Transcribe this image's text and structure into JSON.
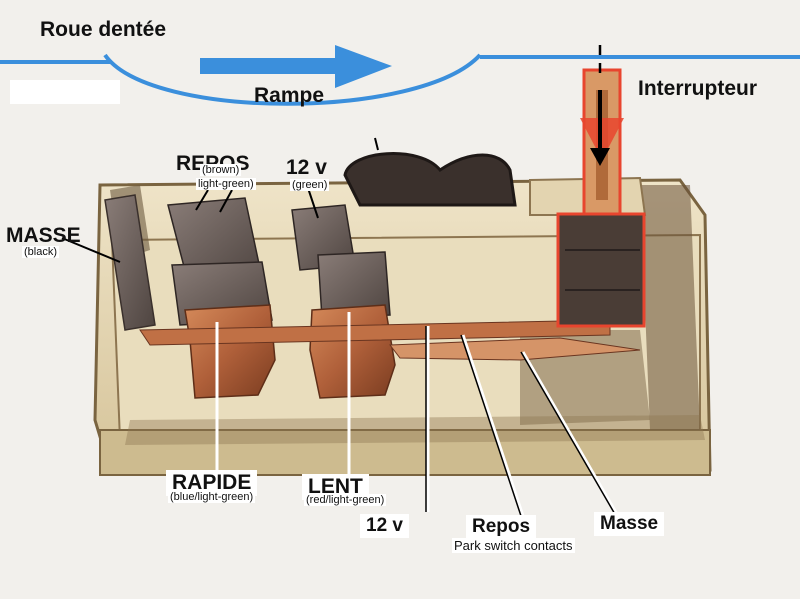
{
  "labels": {
    "roue_dentee": "Roue dentée",
    "rampe": "Rampe",
    "interrupteur": "Interrupteur",
    "masse_left": "MASSE",
    "masse_left_sub": "(black)",
    "repos_top": "REPOS",
    "repos_top_sub1": "(brown)",
    "repos_top_sub2": "light-green)",
    "twelve_v_top": "12 v",
    "twelve_v_top_sub": "(green)",
    "rapide": "RAPIDE",
    "rapide_sub": "(blue/light-green)",
    "lent": "LENT",
    "lent_sub": "(red/light-green)",
    "twelve_v_bottom": "12 v",
    "repos_bottom": "Repos",
    "park_switch": "Park switch contacts",
    "masse_bottom": "Masse"
  },
  "colors": {
    "blue_arrow": "#3b8fdc",
    "red_highlight": "#e8452e",
    "copper": "#b8673c",
    "housing": "#e8dcc0",
    "dirt": "#5a4630"
  }
}
